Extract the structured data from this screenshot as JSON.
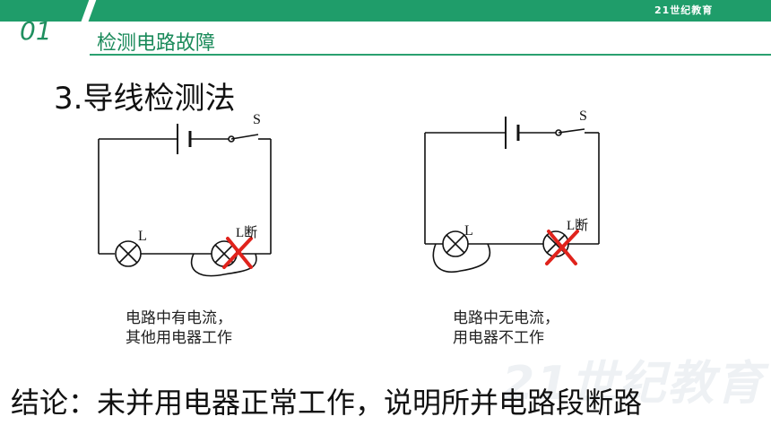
{
  "header": {
    "section_number": "01",
    "title": "检测电路故障",
    "logo_text": "21世纪教育"
  },
  "heading": "3.导线检测法",
  "circuit_left": {
    "switch_label": "S",
    "lamp1_label": "L",
    "lamp2_label": "L断",
    "caption_line1": "电路中有电流，",
    "caption_line2": "其他用电器工作"
  },
  "circuit_right": {
    "switch_label": "S",
    "lamp1_label": "L",
    "lamp2_label": "L断",
    "caption_line1": "电路中无电流，",
    "caption_line2": "用电器不工作"
  },
  "conclusion": "结论：未并用电器正常工作，说明所并电路段断路",
  "watermark": "21世纪教育",
  "colors": {
    "accent": "#1f9d6a",
    "cross": "#e0231c"
  }
}
